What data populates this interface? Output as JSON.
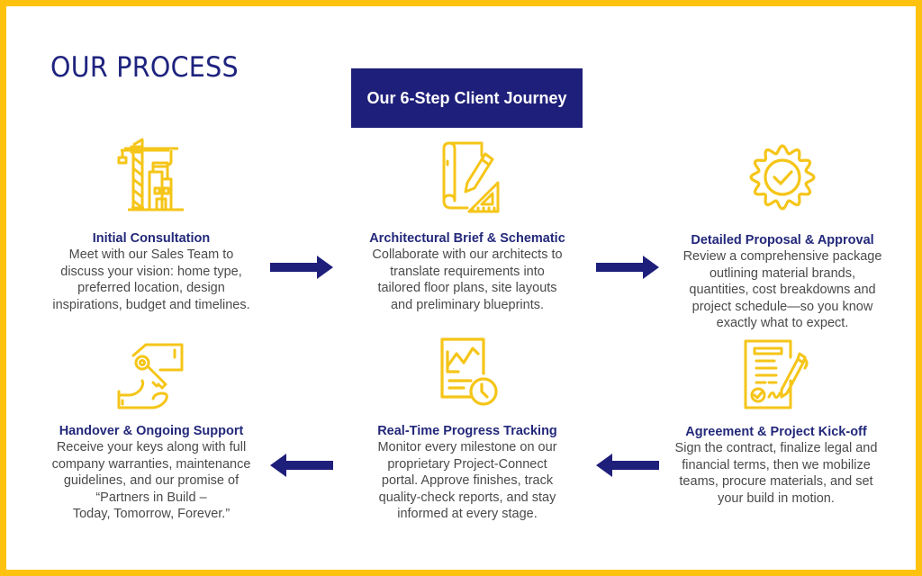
{
  "header": {
    "title": "OUR PROCESS",
    "banner": "Our 6-Step Client Journey"
  },
  "colors": {
    "border": "#FFC20E",
    "icon": "#F5C518",
    "navy": "#1E1F7A"
  },
  "steps": [
    {
      "icon": "construction-crane-icon",
      "title": "Initial Consultation",
      "description": "Meet with our Sales Team to\ndiscuss your vision: home type,\npreferred location, design\ninspirations, budget and timelines."
    },
    {
      "icon": "blueprint-pencil-icon",
      "title": "Architectural Brief & Schematic",
      "description": "Collaborate with our architects to\ntranslate requirements into\ntailored floor plans, site layouts\nand preliminary blueprints."
    },
    {
      "icon": "approval-badge-icon",
      "title": "Detailed Proposal & Approval",
      "description": "Review a comprehensive package\noutlining material brands,\nquantities, cost breakdowns and\nproject schedule—so you know\nexactly what to expect."
    },
    {
      "icon": "contract-signing-icon",
      "title": "Agreement & Project Kick-off",
      "description": "Sign the contract, finalize legal and\nfinancial terms, then we mobilize\nteams, procure materials, and set\nyour build in motion."
    },
    {
      "icon": "progress-report-icon",
      "title": "Real-Time Progress Tracking",
      "description": "Monitor every milestone on our\nproprietary Project-Connect\nportal. Approve finishes, track\nquality-check reports, and stay\ninformed at every stage."
    },
    {
      "icon": "key-handover-icon",
      "title": "Handover & Ongoing Support",
      "description": "Receive your keys along with full\ncompany warranties, maintenance\nguidelines, and our promise of\n“Partners in Build –\nToday, Tomorrow, Forever.”"
    }
  ]
}
